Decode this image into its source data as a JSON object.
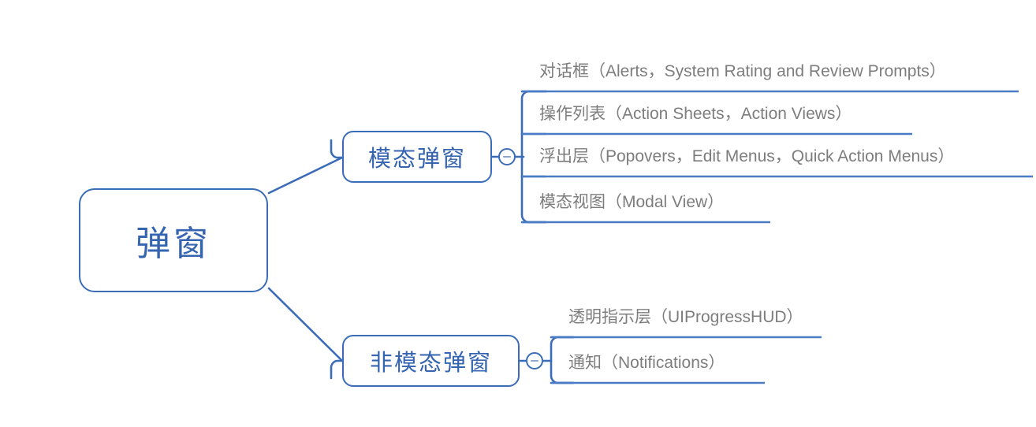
{
  "diagram": {
    "type": "mind-map",
    "title": "弹窗",
    "colors": {
      "node_border": "#3b6cb8",
      "node_text": "#3565b0",
      "connector": "#3b6cb8",
      "leaf_text": "#7d7d7d",
      "leaf_underline": "#4a7cc6",
      "background": "#ffffff"
    },
    "root": {
      "label": "弹窗"
    },
    "branches": [
      {
        "label": "模态弹窗",
        "toggle_icon": "minus-circle-icon",
        "toggle_state": "expanded",
        "leaves": [
          {
            "label": "对话框（Alerts，System Rating and Review Prompts）"
          },
          {
            "label": "操作列表（Action Sheets，Action Views）"
          },
          {
            "label": "浮出层（Popovers，Edit Menus，Quick Action Menus）"
          },
          {
            "label": "模态视图（Modal View）"
          }
        ]
      },
      {
        "label": "非模态弹窗",
        "toggle_icon": "minus-circle-icon",
        "toggle_state": "expanded",
        "leaves": [
          {
            "label": "透明指示层（UIProgressHUD）"
          },
          {
            "label": "通知（Notifications）"
          }
        ]
      }
    ]
  }
}
